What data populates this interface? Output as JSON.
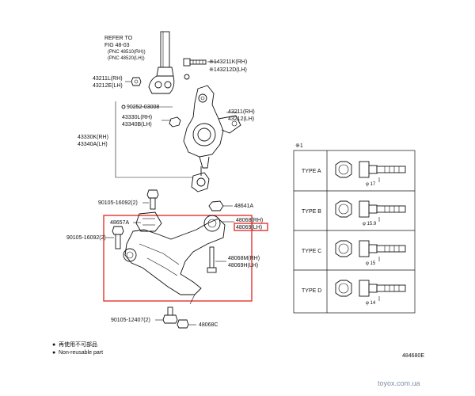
{
  "refer_note": {
    "line1": "REFER TO",
    "line2": "FIG 48-03",
    "line3": "(PNC 48510(RH))",
    "line4": "(PNC 48520(LH))"
  },
  "callouts": {
    "c43211L": "43211L(RH)",
    "c43212E": "43212E(LH)",
    "c43211K": "※143211K(RH)",
    "c43212D": "※143212D(LH)",
    "c90252": "90252-03008",
    "c43330L": "43330L(RH)",
    "c43340B": "43340B(LH)",
    "c43211": "43211(RH)",
    "c43212": "43212(LH)",
    "c43330K": "43330K(RH)",
    "c43340A": "43340A(LH)",
    "c90105_16092_a": "90105-16092(2)",
    "c48641A": "48641A",
    "c48657A": "48657A",
    "c48068RH": "48068(RH)",
    "c48069LH": "48069(LH)",
    "c90105_16092_b": "90105-16092(2)",
    "c48068M": "48068M(RH)",
    "c48069H": "48069H(LH)",
    "c90105_12407": "90105-12407(2)",
    "c48068C": "48068C"
  },
  "bolt_table": {
    "ref": "※1",
    "rows": [
      {
        "type": "TYPE A",
        "dia": "φ 17"
      },
      {
        "type": "TYPE B",
        "dia": "φ 15.9"
      },
      {
        "type": "TYPE C",
        "dia": "φ 15"
      },
      {
        "type": "TYPE D",
        "dia": "φ 14"
      }
    ]
  },
  "legend": {
    "jp": "再使用不可部品",
    "en": "Non-reusable part",
    "bullet": "●"
  },
  "figure_code": "484680E",
  "watermark": "toyox.com.ua",
  "colors": {
    "highlight": "#e3342f",
    "ink": "#111111",
    "watermark": "#7b8ea6"
  }
}
